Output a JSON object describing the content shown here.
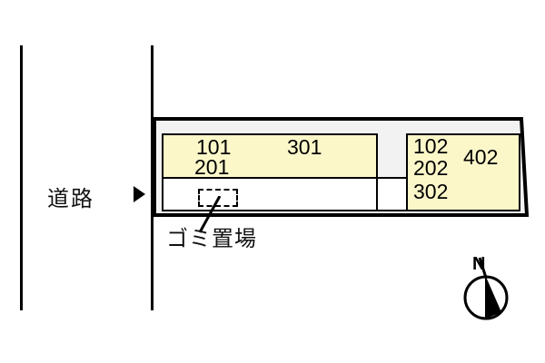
{
  "plan": {
    "road": {
      "label": "道路",
      "arrow_icon": "triangle-right-icon",
      "line_color": "#000000"
    },
    "building": {
      "outline_color": "#000000",
      "interior_color": "#f2f2f2",
      "unit_fill_color": "#fbf7c9",
      "corridor_fill_color": "#ffffff",
      "left_block": {
        "units": [
          "101",
          "301",
          "201"
        ]
      },
      "right_block": {
        "units": [
          "102",
          "402",
          "202",
          "302"
        ]
      }
    },
    "garbage": {
      "label": "ゴミ置場",
      "marker_icon": "dashed-rectangle-icon"
    },
    "compass": {
      "label": "N",
      "icon": "north-arrow-icon"
    }
  }
}
